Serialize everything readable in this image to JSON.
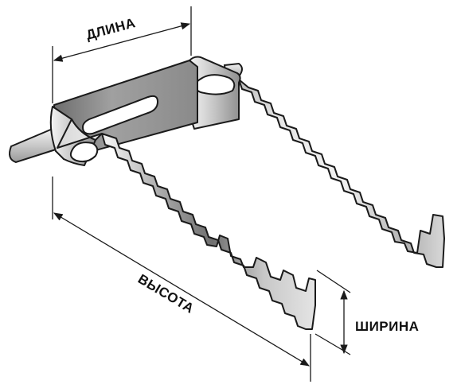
{
  "diagram": {
    "labels": {
      "length": "ДЛИНА",
      "height": "ВЫСОТА",
      "width": "ШИРИНА"
    }
  },
  "colors": {
    "metal_light": "#e8e8e8",
    "metal_mid": "#b5b5b5",
    "metal_dark": "#7a7a7a",
    "outline": "#1a1a1a",
    "dimension_line": "#1a1a1a"
  }
}
